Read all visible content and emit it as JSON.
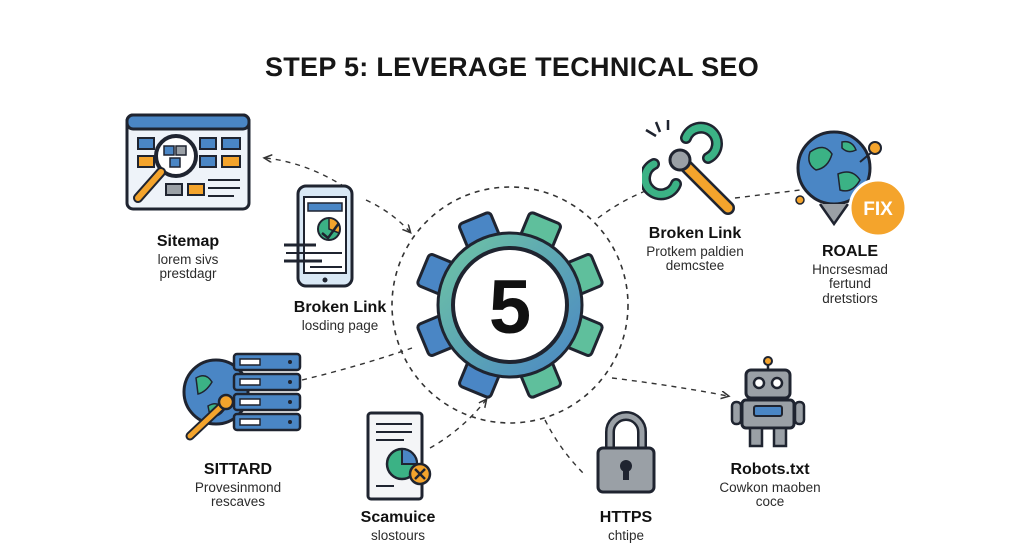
{
  "title": "STEP 5: LEVERAGE TECHNICAL SEO",
  "center": {
    "number": "5"
  },
  "colors": {
    "blue": "#4a86c5",
    "green": "#3bb285",
    "orange": "#f4a42c",
    "dark": "#1f2430",
    "gray": "#9aa0a6"
  },
  "nodes": [
    {
      "id": "sitemap",
      "label": "Sitemap",
      "desc": "lorem sivs\nprestdagr",
      "icon": "sitemap-browser-magnifier-icon"
    },
    {
      "id": "mobile",
      "label": "Broken Link",
      "desc": "losding page",
      "icon": "mobile-phone-chart-icon"
    },
    {
      "id": "server",
      "label": "SITTARD",
      "desc": "Provesinmond\nrescaves",
      "icon": "server-globe-wrench-icon"
    },
    {
      "id": "scanner",
      "label": "Scamuice",
      "desc": "slostours",
      "icon": "document-pie-chart-icon"
    },
    {
      "id": "https",
      "label": "HTTPS",
      "desc": "chtipe",
      "icon": "padlock-icon"
    },
    {
      "id": "robots",
      "label": "Robots.txt",
      "desc": "Cowkon maoben\ncoce",
      "icon": "robot-icon"
    },
    {
      "id": "brokenlink",
      "label": "Broken Link",
      "desc": "Protkem paldien\ndemcstee",
      "icon": "broken-chain-wrench-icon"
    },
    {
      "id": "roale",
      "label": "ROALE",
      "desc": "Hncrsesmad\nfertund\ndretstiors",
      "icon": "globe-fix-icon"
    }
  ],
  "fix_badge": "FIX"
}
